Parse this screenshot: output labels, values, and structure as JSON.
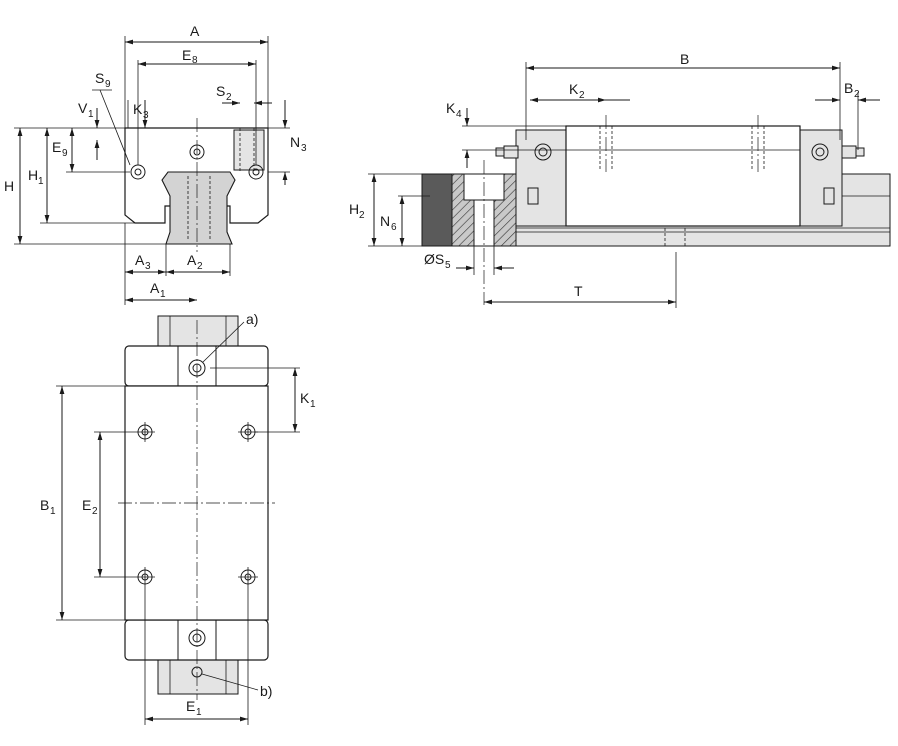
{
  "labels": {
    "A": "A",
    "E8": "E",
    "E8_sub": "8",
    "S9": "S",
    "S9_sub": "9",
    "V1": "V",
    "V1_sub": "1",
    "K3": "K",
    "K3_sub": "3",
    "S2": "S",
    "S2_sub": "2",
    "N3": "N",
    "N3_sub": "3",
    "E9": "E",
    "E9_sub": "9",
    "H": "H",
    "H1": "H",
    "H1_sub": "1",
    "A3": "A",
    "A3_sub": "3",
    "A2": "A",
    "A2_sub": "2",
    "A1": "A",
    "A1_sub": "1",
    "B": "B",
    "K2": "K",
    "K2_sub": "2",
    "B2": "B",
    "B2_sub": "2",
    "K4": "K",
    "K4_sub": "4",
    "H2": "H",
    "H2_sub": "2",
    "N6": "N",
    "N6_sub": "6",
    "S5": "ØS",
    "S5_sub": "5",
    "T": "T",
    "a": "a)",
    "b": "b)",
    "K1": "K",
    "K1_sub": "1",
    "B1": "B",
    "B1_sub": "1",
    "E2": "E",
    "E2_sub": "2",
    "E1": "E",
    "E1_sub": "1"
  }
}
